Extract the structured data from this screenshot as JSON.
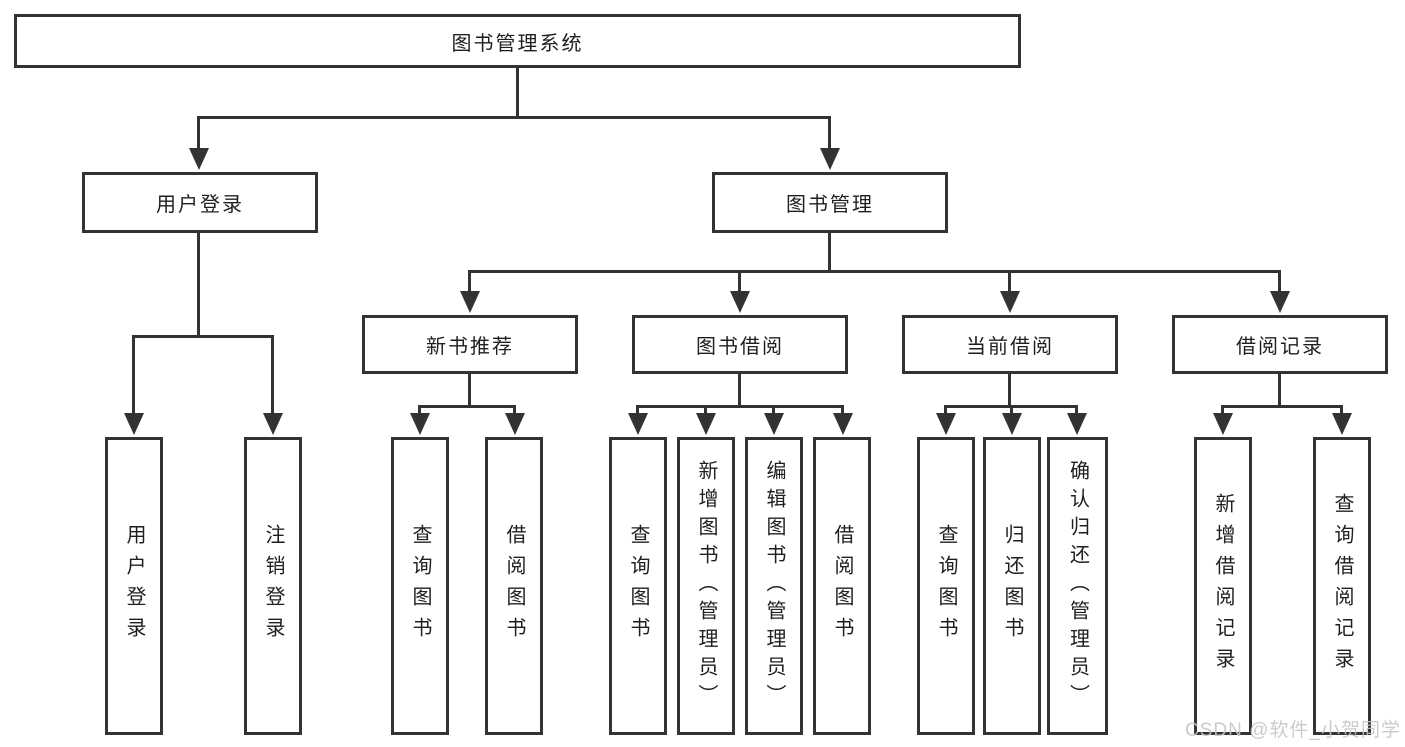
{
  "tree": {
    "root": {
      "label": "图书管理系统"
    },
    "level1": [
      {
        "label": "用户登录",
        "children": [
          {
            "label": "用户登录"
          },
          {
            "label": "注销登录"
          }
        ]
      },
      {
        "label": "图书管理",
        "children": [
          {
            "label": "新书推荐",
            "children": [
              {
                "label": "查询图书"
              },
              {
                "label": "借阅图书"
              }
            ]
          },
          {
            "label": "图书借阅",
            "children": [
              {
                "label": "查询图书"
              },
              {
                "label": "新增图书（管理员）"
              },
              {
                "label": "编辑图书（管理员）"
              },
              {
                "label": "借阅图书"
              }
            ]
          },
          {
            "label": "当前借阅",
            "children": [
              {
                "label": "查询图书"
              },
              {
                "label": "归还图书"
              },
              {
                "label": "确认归还（管理员）"
              }
            ]
          },
          {
            "label": "借阅记录",
            "children": [
              {
                "label": "新增借阅记录"
              },
              {
                "label": "查询借阅记录"
              }
            ]
          }
        ]
      }
    ]
  },
  "watermark": {
    "text": "CSDN @软件_小贺同学"
  },
  "colors": {
    "line": "#333333",
    "box_border": "#333333",
    "box_fill": "#ffffff",
    "text": "#1f1f1f",
    "watermark": "#c6c6c6",
    "background": "#ffffff"
  }
}
